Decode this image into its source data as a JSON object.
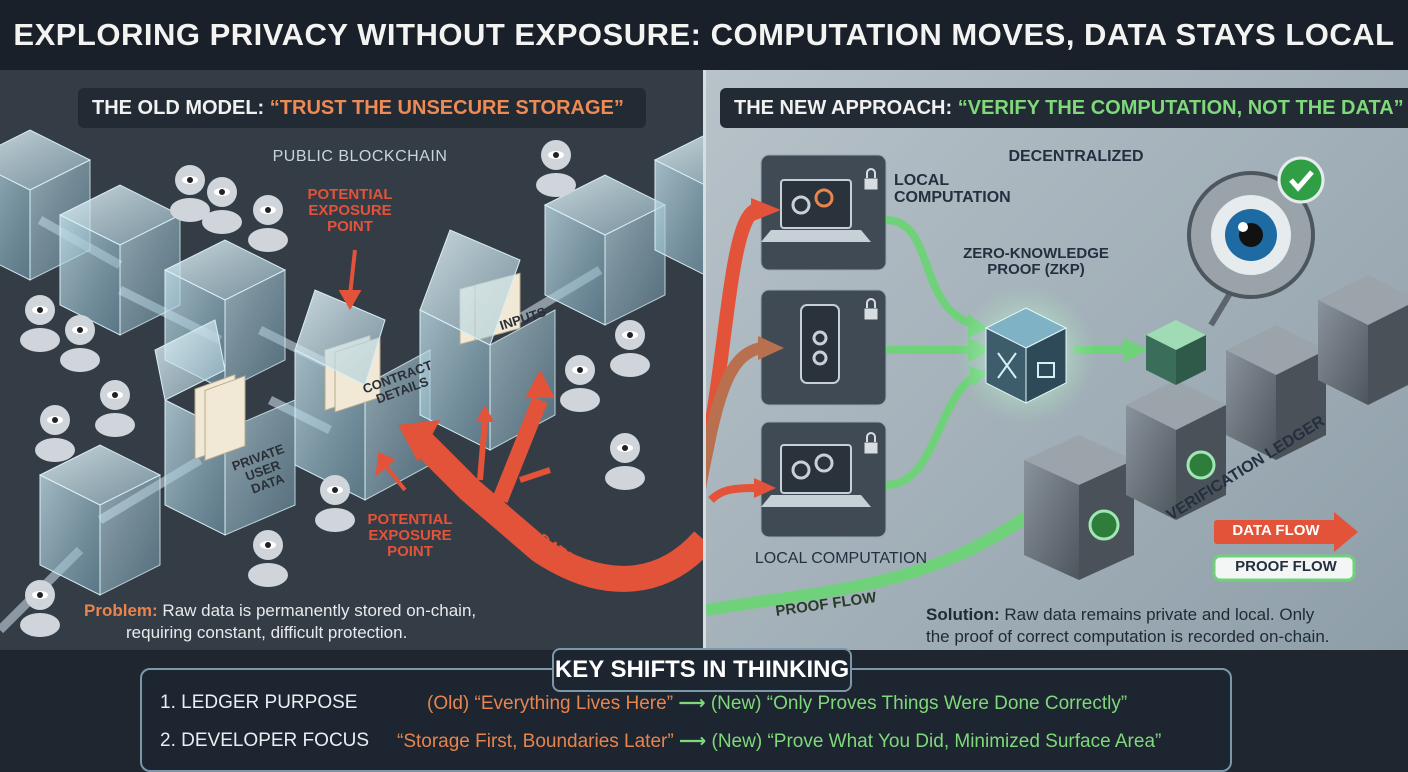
{
  "title": "EXPLORING PRIVACY WITHOUT EXPOSURE: COMPUTATION MOVES, DATA STAYS LOCAL",
  "old_model": {
    "header_prefix": "THE OLD MODEL: ",
    "header_quote": "“TRUST THE UNSECURE STORAGE”",
    "public_blockchain": "PUBLIC BLOCKCHAIN",
    "exposure_top": "POTENTIAL\nEXPOSURE\nPOINT",
    "exposure_bottom": "POTENTIAL\nEXPOSURE\nPOINT",
    "box_private": "PRIVATE\nUSER\nDATA",
    "box_contract": "CONTRACT\nDETAILS",
    "box_inputs": "INPUTS",
    "data_flow": "DATA FLOW",
    "problem_label": "Problem:",
    "problem_text": " Raw data is permanently stored on-chain,",
    "problem_text2": "requiring constant, difficult protection."
  },
  "new_approach": {
    "header_prefix": "THE NEW APPROACH: ",
    "header_quote": "“VERIFY THE COMPUTATION, NOT THE DATA”",
    "decentralized": "DECENTRALIZED",
    "local_computation_top": "LOCAL\nCOMPUTATION",
    "local_computation_bottom": "LOCAL COMPUTATION",
    "zkp": "ZERO-KNOWLEDGE\nPROOF (ZKP)",
    "ledger": "VERIFICATION LEDGER",
    "proof_flow": "PROOF FLOW",
    "legend_data": "DATA FLOW",
    "legend_proof": "PROOF FLOW",
    "solution_label": "Solution:",
    "solution_text": " Raw data remains private and local. Only",
    "solution_text2": "the proof of correct computation is recorded on-chain."
  },
  "key_shifts": {
    "title": "KEY SHIFTS IN THINKING",
    "rows": [
      {
        "label": "1. LEDGER PURPOSE",
        "old": "(Old) “Everything Lives Here”",
        "arrow": "⟶",
        "new": "(New) “Only Proves Things Were Done Correctly”"
      },
      {
        "label": "2. DEVELOPER FOCUS",
        "old": "“Storage First, Boundaries Later”",
        "arrow": "⟶",
        "new": "(New) “Prove What You Did, Minimized Surface Area”"
      }
    ]
  },
  "colors": {
    "data_flow": "#e2533a",
    "proof_flow": "#6fd27a",
    "exposure_text": "#e2533a",
    "dark_bg": "#1f2630"
  }
}
